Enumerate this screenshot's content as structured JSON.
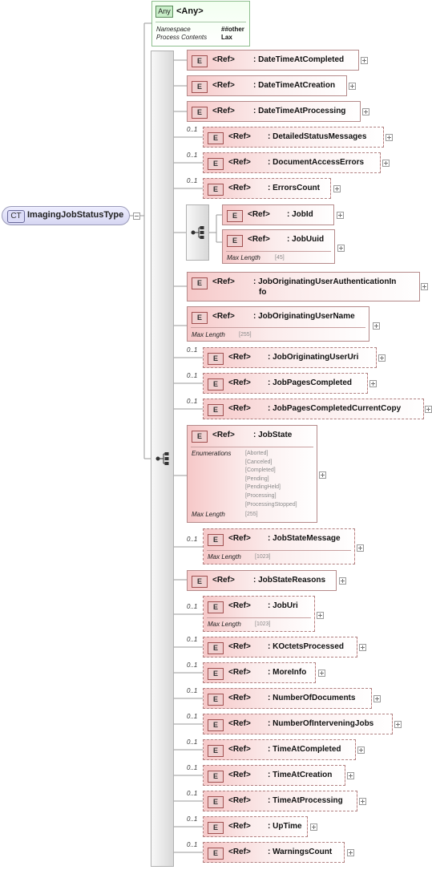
{
  "complex_type": {
    "badge": "CT",
    "name": "ImagingJobStatusType"
  },
  "any": {
    "badge": "Any",
    "title": "<Any>",
    "namespace_label": "Namespace",
    "namespace_value": "##other",
    "process_label": "Process Contents",
    "process_value": "Lax"
  },
  "labels": {
    "element_badge": "E",
    "ref": "<Ref>",
    "max_length": "Max Length",
    "enumerations": "Enumerations"
  },
  "elements": [
    {
      "name": ": DateTimeAtCompleted",
      "occ": ""
    },
    {
      "name": ": DateTimeAtCreation",
      "occ": ""
    },
    {
      "name": ": DateTimeAtProcessing",
      "occ": ""
    },
    {
      "name": ": DetailedStatusMessages",
      "occ": "0..1"
    },
    {
      "name": ": DocumentAccessErrors",
      "occ": "0..1"
    },
    {
      "name": ": ErrorsCount",
      "occ": "0..1"
    },
    {
      "name": ": JobId",
      "occ": ""
    },
    {
      "name": ": JobUuid",
      "occ": "",
      "max_length": "[45]"
    },
    {
      "name": ": JobOriginatingUserAuthenticationInfo",
      "name_line1": ": JobOriginatingUserAuthenticationIn",
      "name_line2": "fo",
      "occ": ""
    },
    {
      "name": ": JobOriginatingUserName",
      "occ": "",
      "max_length": "[255]"
    },
    {
      "name": ": JobOriginatingUserUri",
      "occ": "0..1"
    },
    {
      "name": ": JobPagesCompleted",
      "occ": "0..1"
    },
    {
      "name": ": JobPagesCompletedCurrentCopy",
      "occ": "0..1"
    },
    {
      "name": ": JobState",
      "occ": "",
      "max_length": "[255]",
      "enumerations": [
        "[Aborted]",
        "[Canceled]",
        "[Completed]",
        "[Pending]",
        "[PendingHeld]",
        "[Processing]",
        "[ProcessingStopped]"
      ]
    },
    {
      "name": ": JobStateMessage",
      "occ": "0..1",
      "max_length": "[1023]"
    },
    {
      "name": ": JobStateReasons",
      "occ": ""
    },
    {
      "name": ": JobUri",
      "occ": "0..1",
      "max_length": "[1023]"
    },
    {
      "name": ": KOctetsProcessed",
      "occ": "0..1"
    },
    {
      "name": ": MoreInfo",
      "occ": "0..1"
    },
    {
      "name": ": NumberOfDocuments",
      "occ": "0..1"
    },
    {
      "name": ": NumberOfInterveningJobs",
      "occ": "0..1"
    },
    {
      "name": ": TimeAtCompleted",
      "occ": "0..1"
    },
    {
      "name": ": TimeAtCreation",
      "occ": "0..1"
    },
    {
      "name": ": TimeAtProcessing",
      "occ": "0..1"
    },
    {
      "name": ": UpTime",
      "occ": "0..1"
    },
    {
      "name": ": WarningsCount",
      "occ": "0..1"
    }
  ]
}
